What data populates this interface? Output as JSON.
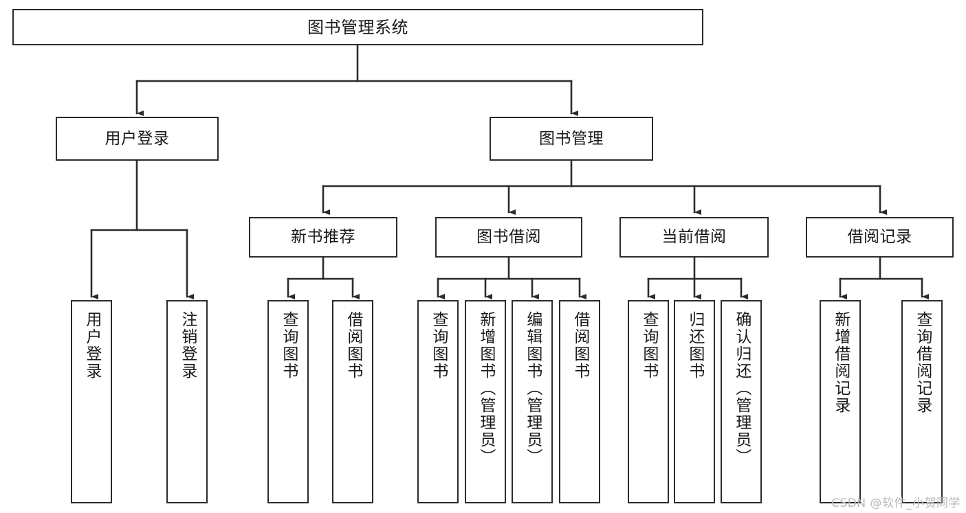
{
  "diagram": {
    "title": "图书管理系统",
    "type": "tree",
    "watermark": "CSDN @软件_小贺同学",
    "colors": {
      "box_border": "#2b2b2b",
      "box_fill": "#ffffff",
      "connector": "#2b2b2b",
      "background": "#ffffff",
      "watermark_text": "#b9b9b9"
    },
    "nodes": {
      "root": {
        "label": "图书管理系统"
      },
      "level1": [
        {
          "label": "用户登录"
        },
        {
          "label": "图书管理"
        }
      ],
      "level2": [
        {
          "label": "新书推荐"
        },
        {
          "label": "图书借阅"
        },
        {
          "label": "当前借阅"
        },
        {
          "label": "借阅记录"
        }
      ],
      "leaves": {
        "user_login": [
          {
            "label": "用户登录"
          },
          {
            "label": "注销登录"
          }
        ],
        "new_book_recommend": [
          {
            "label": "查询图书"
          },
          {
            "label": "借阅图书"
          }
        ],
        "book_borrow": [
          {
            "label": "查询图书"
          },
          {
            "label": "新增图书（管理员）"
          },
          {
            "label": "编辑图书（管理员）"
          },
          {
            "label": "借阅图书"
          }
        ],
        "current_borrow": [
          {
            "label": "查询图书"
          },
          {
            "label": "归还图书"
          },
          {
            "label": "确认归还（管理员）"
          }
        ],
        "borrow_record": [
          {
            "label": "新增借阅记录"
          },
          {
            "label": "查询借阅记录"
          }
        ]
      }
    }
  }
}
